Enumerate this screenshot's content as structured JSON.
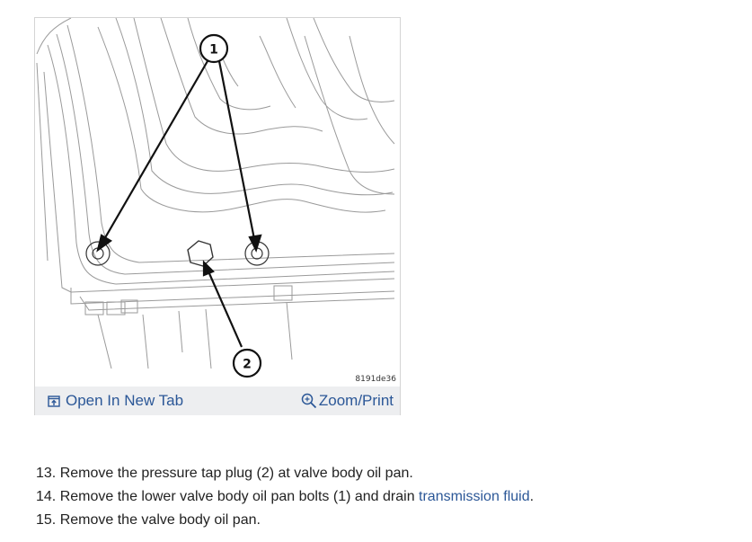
{
  "figure": {
    "callouts": {
      "one": "1",
      "two": "2"
    },
    "code": "8191de36",
    "toolbar": {
      "open_tab_label": "Open In New Tab",
      "zoom_label": "Zoom/Print",
      "open_tab_icon": "open-in-new-tab-icon",
      "zoom_icon": "zoom-magnifier-icon"
    }
  },
  "steps": [
    {
      "number": "13.",
      "text": "Remove the pressure tap plug (2) at valve body oil pan."
    },
    {
      "number": "14.",
      "text_before": "Remove the lower valve body oil pan bolts (1) and drain ",
      "link": "transmission fluid",
      "text_after": "."
    },
    {
      "number": "15.",
      "text": "Remove the valve body oil pan."
    }
  ],
  "colors": {
    "link": "#2b5797",
    "toolbar_bg": "#edeef0",
    "text": "#222222"
  }
}
